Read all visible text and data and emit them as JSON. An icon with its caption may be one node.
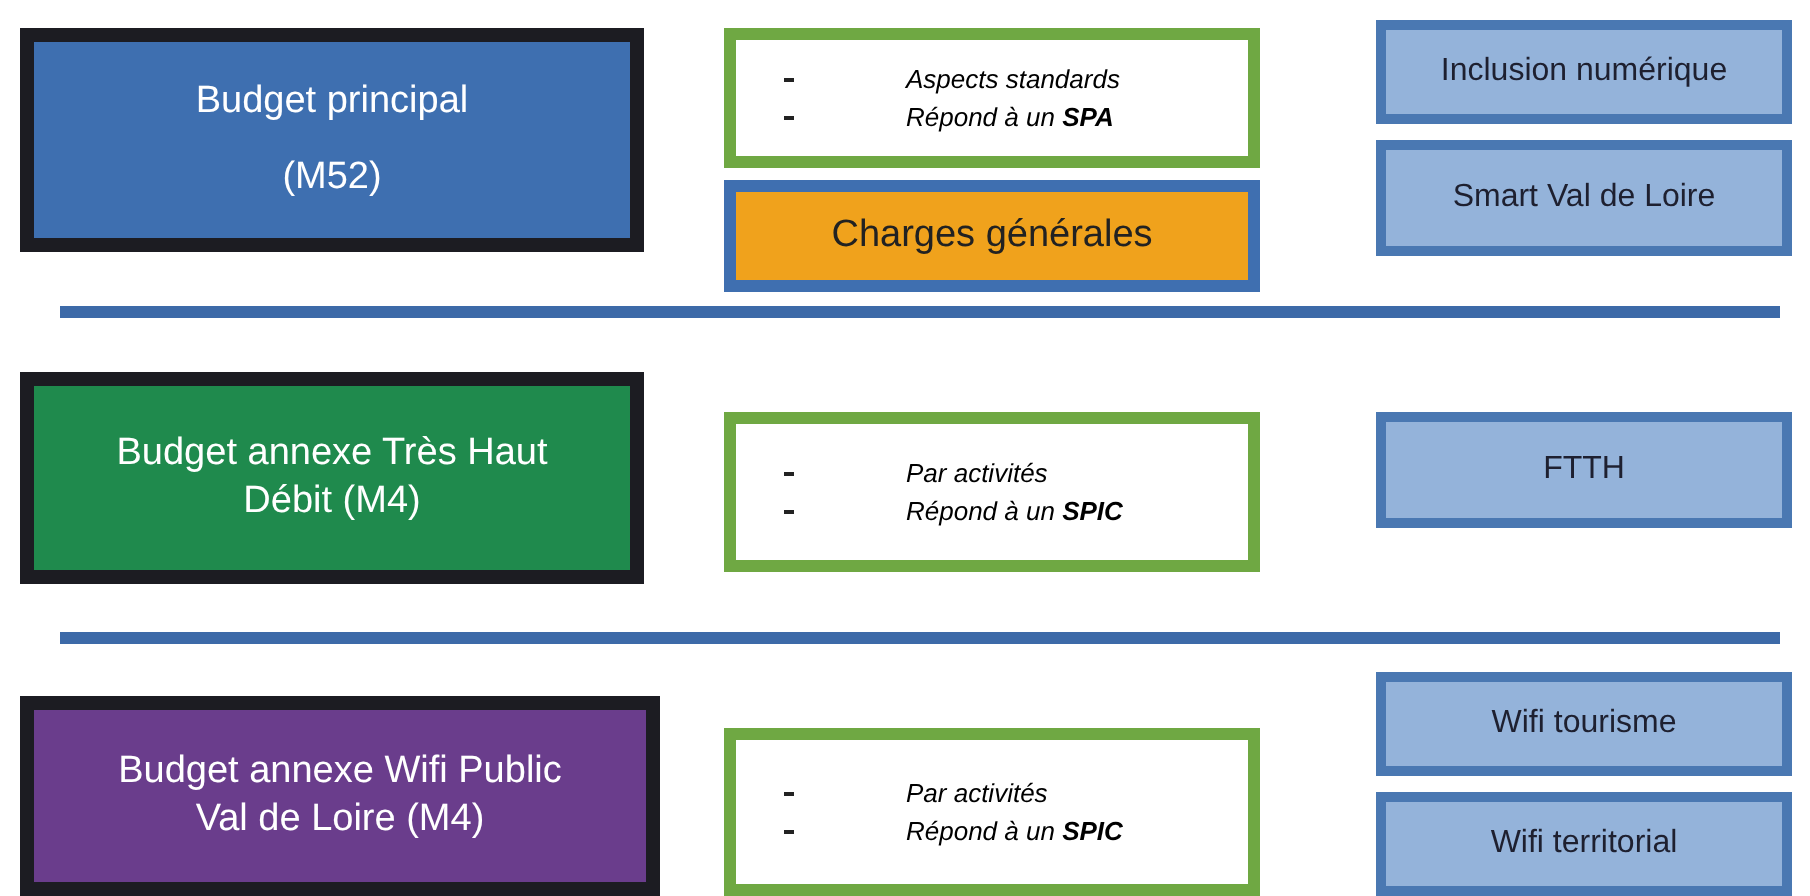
{
  "diagram": {
    "nodes": [
      {
        "text": [
          "Budget principal",
          "(M52)"
        ]
      },
      {
        "text": [
          "Aspects standards",
          "Répond à un **SPA**"
        ]
      },
      {
        "text": [
          "Charges générales"
        ]
      },
      {
        "text": [
          "Inclusion numérique"
        ]
      },
      {
        "text": [
          "Smart Val de Loire"
        ]
      },
      {
        "text": [
          "Budget annexe Très Haut Débit (M4)"
        ]
      },
      {
        "text": [
          "Par activités",
          "Répond à un **SPIC**"
        ]
      },
      {
        "text": [
          "FTTH"
        ]
      },
      {
        "text": [
          "Budget annexe Wifi Public Val de Loire (M4)"
        ]
      },
      {
        "text": [
          "Par activités",
          "Répond à un **SPIC**"
        ]
      },
      {
        "text": [
          "Wifi tourisme"
        ]
      },
      {
        "text": [
          "Wifi territorial"
        ]
      }
    ]
  }
}
